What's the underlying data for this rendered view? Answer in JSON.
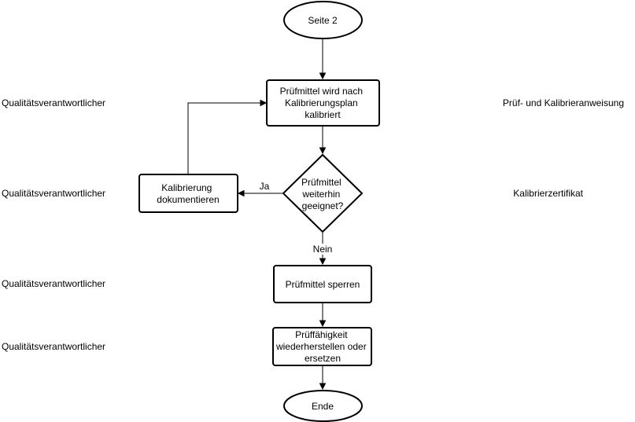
{
  "nodes": {
    "start": {
      "label": "Seite 2"
    },
    "calibrate": {
      "lines": [
        "Prüfmittel wird nach",
        "Kalibrierungsplan",
        "kalibriert"
      ]
    },
    "decision": {
      "lines": [
        "Prüfmittel",
        "weiterhin",
        "geeignet?"
      ]
    },
    "document": {
      "lines": [
        "Kalibrierung",
        "dokumentieren"
      ]
    },
    "block": {
      "label": "Prüfmittel sperren"
    },
    "restore": {
      "lines": [
        "Prüffähigkeit",
        "wiederherstellen oder",
        "ersetzen"
      ]
    },
    "end": {
      "label": "Ende"
    }
  },
  "edges": {
    "yes_label": "Ja",
    "no_label": "Nein"
  },
  "roles": {
    "row1": "Qualitätsverantwortlicher",
    "row2": "Qualitätsverantwortlicher",
    "row3": "Qualitätsverantwortlicher",
    "row4": "Qualitätsverantwortlicher"
  },
  "documents": {
    "row1": "Prüf- und Kalibrieranweisung",
    "row2": "Kalibrierzertifikat"
  }
}
